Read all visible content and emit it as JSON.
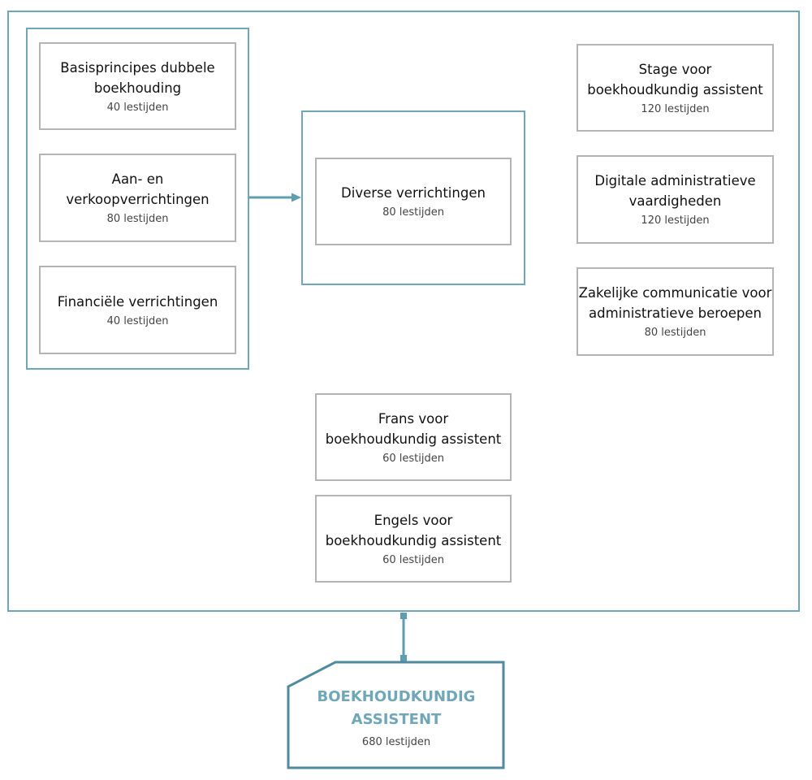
{
  "modules": {
    "basisprincipes": {
      "title_lines": [
        "Basisprincipes dubbele",
        "boekhouding"
      ],
      "hours": "40 lestijden"
    },
    "aan_verkoop": {
      "title_lines": [
        "Aan- en",
        "verkoopverrichtingen"
      ],
      "hours": "80 lestijden"
    },
    "financiele": {
      "title_lines": [
        "Financiële verrichtingen"
      ],
      "hours": "40 lestijden"
    },
    "diverse": {
      "title_lines": [
        "Diverse verrichtingen"
      ],
      "hours": "80 lestijden"
    },
    "stage": {
      "title_lines": [
        "Stage voor",
        "boekhoudkundig assistent"
      ],
      "hours": "120 lestijden"
    },
    "digitale": {
      "title_lines": [
        "Digitale administratieve",
        "vaardigheden"
      ],
      "hours": "120 lestijden"
    },
    "zakelijke": {
      "title_lines": [
        "Zakelijke communicatie voor",
        "administratieve beroepen"
      ],
      "hours": "80 lestijden"
    },
    "frans": {
      "title_lines": [
        "Frans voor",
        "boekhoudkundig assistent"
      ],
      "hours": "60 lestijden"
    },
    "engels": {
      "title_lines": [
        "Engels voor",
        "boekhoudkundig assistent"
      ],
      "hours": "60 lestijden"
    }
  },
  "result": {
    "title_lines": [
      "BOEKHOUDKUNDIG",
      "ASSISTENT"
    ],
    "hours": "680 lestijden"
  },
  "colors": {
    "accent": "#6fa6b8",
    "module_border": "#b4b4b4",
    "connector": "#5f9db2"
  }
}
